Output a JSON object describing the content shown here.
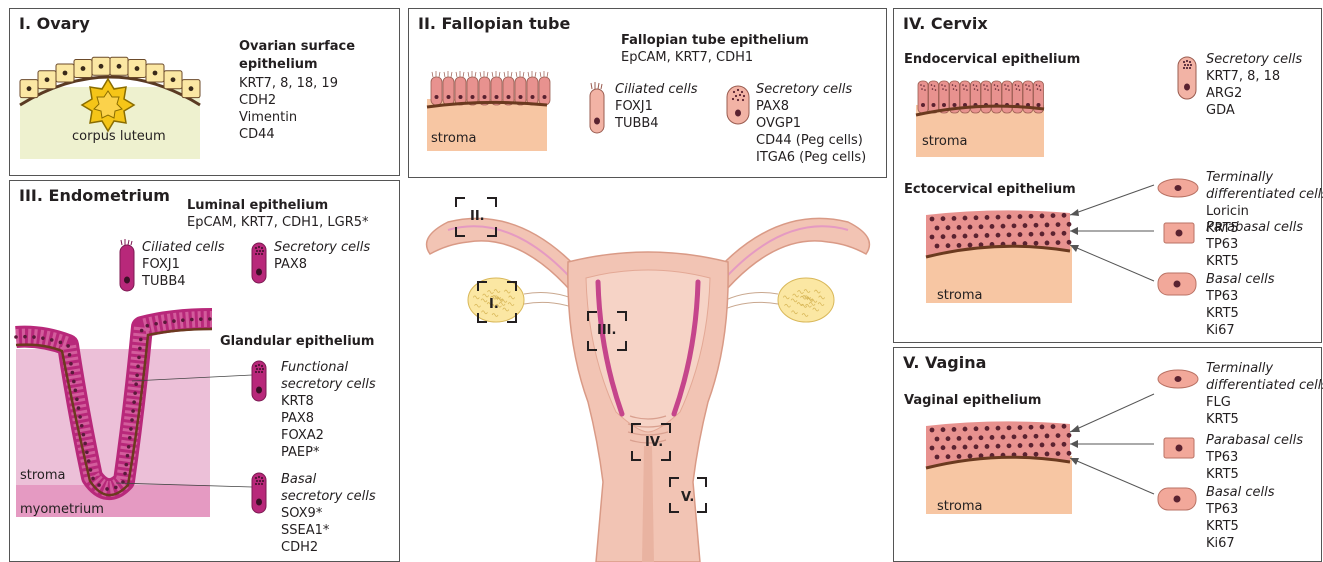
{
  "ovary": {
    "title": "I. Ovary",
    "heading": "Ovarian surface epithelium",
    "markers": [
      "KRT7, 8, 18, 19",
      "CDH2",
      "Vimentin",
      "CD44"
    ],
    "corpus_label": "corpus luteum"
  },
  "fallopian": {
    "title": "II. Fallopian tube",
    "heading": "Fallopian tube epithelium",
    "heading_markers": "EpCAM, KRT7, CDH1",
    "stroma_label": "stroma",
    "ciliated": {
      "label": "Ciliated cells",
      "markers": [
        "FOXJ1",
        "TUBB4"
      ]
    },
    "secretory": {
      "label": "Secretory cells",
      "markers": [
        "PAX8",
        "OVGP1",
        "CD44 (Peg cells)",
        "ITGA6 (Peg cells)"
      ]
    }
  },
  "endometrium": {
    "title": "III. Endometrium",
    "luminal_heading": "Luminal epithelium",
    "luminal_markers": "EpCAM, KRT7, CDH1, LGR5*",
    "ciliated": {
      "label": "Ciliated cells",
      "markers": [
        "FOXJ1",
        "TUBB4"
      ]
    },
    "secretory": {
      "label": "Secretory cells",
      "markers": [
        "PAX8"
      ]
    },
    "glandular_heading": "Glandular epithelium",
    "functional": {
      "label_lines": [
        "Functional",
        "secretory cells"
      ],
      "markers": [
        "KRT8",
        "PAX8",
        "FOXA2",
        "PAEP*"
      ]
    },
    "basal": {
      "label_lines": [
        "Basal",
        "secretory cells"
      ],
      "markers": [
        "SOX9*",
        "SSEA1*",
        "CDH2"
      ]
    },
    "stroma_label": "stroma",
    "myometrium_label": "myometrium"
  },
  "uterus": {
    "box_labels": [
      "II.",
      "I.",
      "III.",
      "IV.",
      "V."
    ]
  },
  "cervix": {
    "title": "IV. Cervix",
    "endo_heading": "Endocervical epithelium",
    "endo_stroma": "stroma",
    "secretory": {
      "label": "Secretory cells",
      "markers": [
        "KRT7, 8, 18",
        "ARG2",
        "GDA"
      ]
    },
    "ecto_heading": "Ectocervical epithelium",
    "ecto_stroma": "stroma",
    "terminal": {
      "label_lines": [
        "Terminally",
        "differentiated cells"
      ],
      "markers": [
        "Loricin",
        "KRT5"
      ]
    },
    "parabasal": {
      "label": "Parabasal cells",
      "markers": [
        "TP63",
        "KRT5"
      ]
    },
    "basal": {
      "label": "Basal cells",
      "markers": [
        "TP63",
        "KRT5",
        "Ki67"
      ]
    }
  },
  "vagina": {
    "title": "V. Vagina",
    "heading": "Vaginal epithelium",
    "stroma_label": "stroma",
    "terminal": {
      "label_lines": [
        "Terminally",
        "differentiated cells"
      ],
      "markers": [
        "FLG",
        "KRT5"
      ]
    },
    "parabasal": {
      "label": "Parabasal cells",
      "markers": [
        "TP63",
        "KRT5"
      ]
    },
    "basal": {
      "label": "Basal cells",
      "markers": [
        "TP63",
        "KRT5",
        "Ki67"
      ]
    }
  },
  "colors": {
    "stroma": "#f7c6a3",
    "epithelium_pink": "#e8928f",
    "endometrium_magenta": "#b8287a",
    "basement": "#6b3a1f",
    "ovary_cell": "#fbe7a3",
    "corpus": "#f5c518",
    "uterus_body": "#f2c4b4",
    "endometrium_stroma": "#ecc0d8",
    "myometrium": "#e59ac2"
  }
}
